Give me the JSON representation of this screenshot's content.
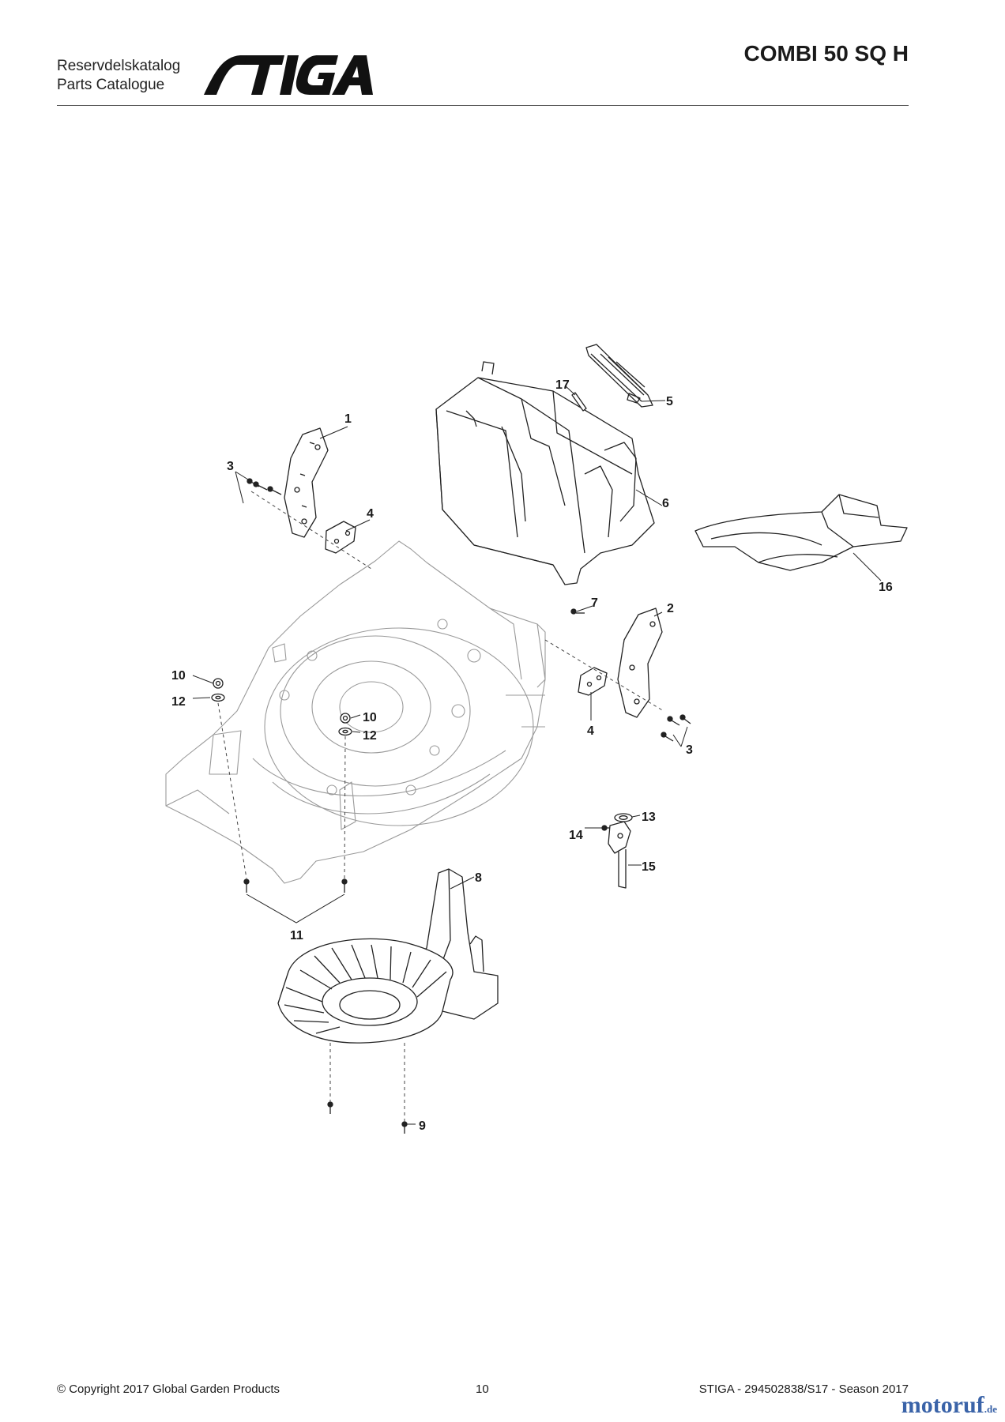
{
  "header": {
    "catalog_line1": "Reservdelskatalog",
    "catalog_line2": "Parts Catalogue",
    "logo_text": "STIGA",
    "model": "COMBI 50 SQ H"
  },
  "callouts": [
    {
      "id": "c1",
      "label": "1"
    },
    {
      "id": "c2",
      "label": "2"
    },
    {
      "id": "c3a",
      "label": "3"
    },
    {
      "id": "c3b",
      "label": "3"
    },
    {
      "id": "c4a",
      "label": "4"
    },
    {
      "id": "c4b",
      "label": "4"
    },
    {
      "id": "c5",
      "label": "5"
    },
    {
      "id": "c6",
      "label": "6"
    },
    {
      "id": "c7",
      "label": "7"
    },
    {
      "id": "c8",
      "label": "8"
    },
    {
      "id": "c9",
      "label": "9"
    },
    {
      "id": "c10a",
      "label": "10"
    },
    {
      "id": "c10b",
      "label": "10"
    },
    {
      "id": "c11",
      "label": "11"
    },
    {
      "id": "c12a",
      "label": "12"
    },
    {
      "id": "c12b",
      "label": "12"
    },
    {
      "id": "c13",
      "label": "13"
    },
    {
      "id": "c14",
      "label": "14"
    },
    {
      "id": "c15",
      "label": "15"
    },
    {
      "id": "c16",
      "label": "16"
    },
    {
      "id": "c17",
      "label": "17"
    }
  ],
  "footer": {
    "copyright": "© Copyright 2017 Global Garden Products",
    "page": "10",
    "doc_ref": "STIGA - 294502838/S17 - Season 2017",
    "watermark": "motoruf",
    "watermark_tld": ".de"
  },
  "colors": {
    "stroke": "#222222",
    "deck_stroke": "#9a9a9a",
    "watermark": "#3a63a8"
  }
}
